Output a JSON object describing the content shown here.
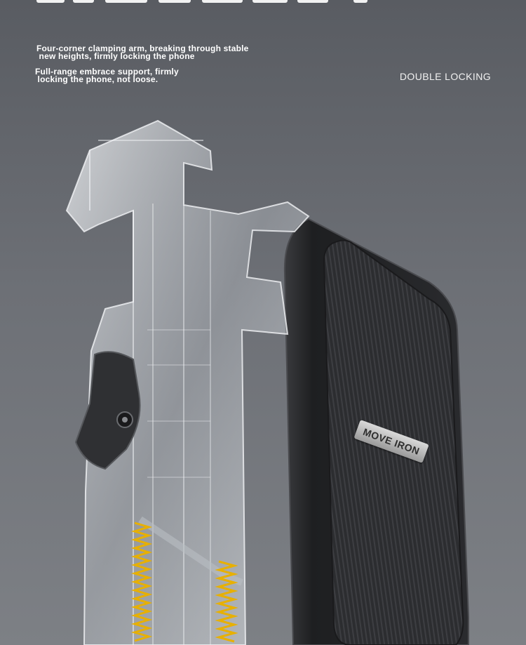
{
  "description": {
    "line1": "Four-corner clamping arm, breaking through stable\n new heights, firmly locking the phone",
    "line2": "Full-range embrace support, firmly\n locking the phone, not loose."
  },
  "feature_tag": "DOUBLE LOCKING",
  "brand": "MOVE IRON",
  "colors": {
    "background": "#6a6d73",
    "text": "#ffffff",
    "pad": "#2b2c2f",
    "spring": "#e8b000"
  }
}
